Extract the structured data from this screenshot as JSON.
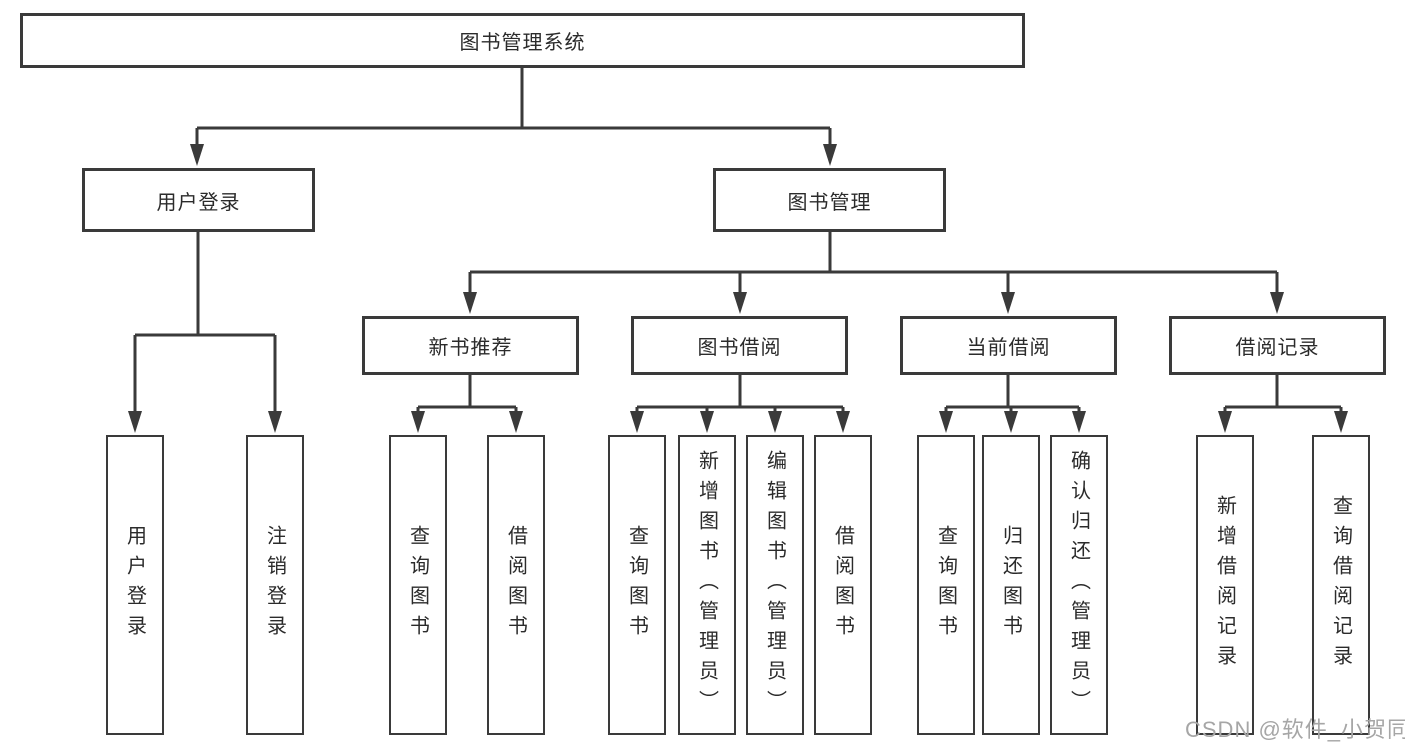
{
  "tree": {
    "root": {
      "label": "图书管理系统"
    },
    "level2": [
      {
        "label": "用户登录",
        "leaves": [
          {
            "label": "用户登录"
          },
          {
            "label": "注销登录"
          }
        ]
      },
      {
        "label": "图书管理",
        "groups": [
          {
            "label": "新书推荐",
            "leaves": [
              {
                "label": "查询图书"
              },
              {
                "label": "借阅图书"
              }
            ]
          },
          {
            "label": "图书借阅",
            "leaves": [
              {
                "label": "查询图书"
              },
              {
                "label": "新增图书（管理员）"
              },
              {
                "label": "编辑图书（管理员）"
              },
              {
                "label": "借阅图书"
              }
            ]
          },
          {
            "label": "当前借阅",
            "leaves": [
              {
                "label": "查询图书"
              },
              {
                "label": "归还图书"
              },
              {
                "label": "确认归还（管理员）"
              }
            ]
          },
          {
            "label": "借阅记录",
            "leaves": [
              {
                "label": "新增借阅记录"
              },
              {
                "label": "查询借阅记录"
              }
            ]
          }
        ]
      }
    ]
  },
  "watermark": {
    "text": "CSDN @软件_小贺同学"
  },
  "colors": {
    "line": "#3a3a3a",
    "box_border": "#3a3a3a",
    "text": "#2b2b2b",
    "watermark": "#a6a6a6",
    "background": "#ffffff"
  }
}
